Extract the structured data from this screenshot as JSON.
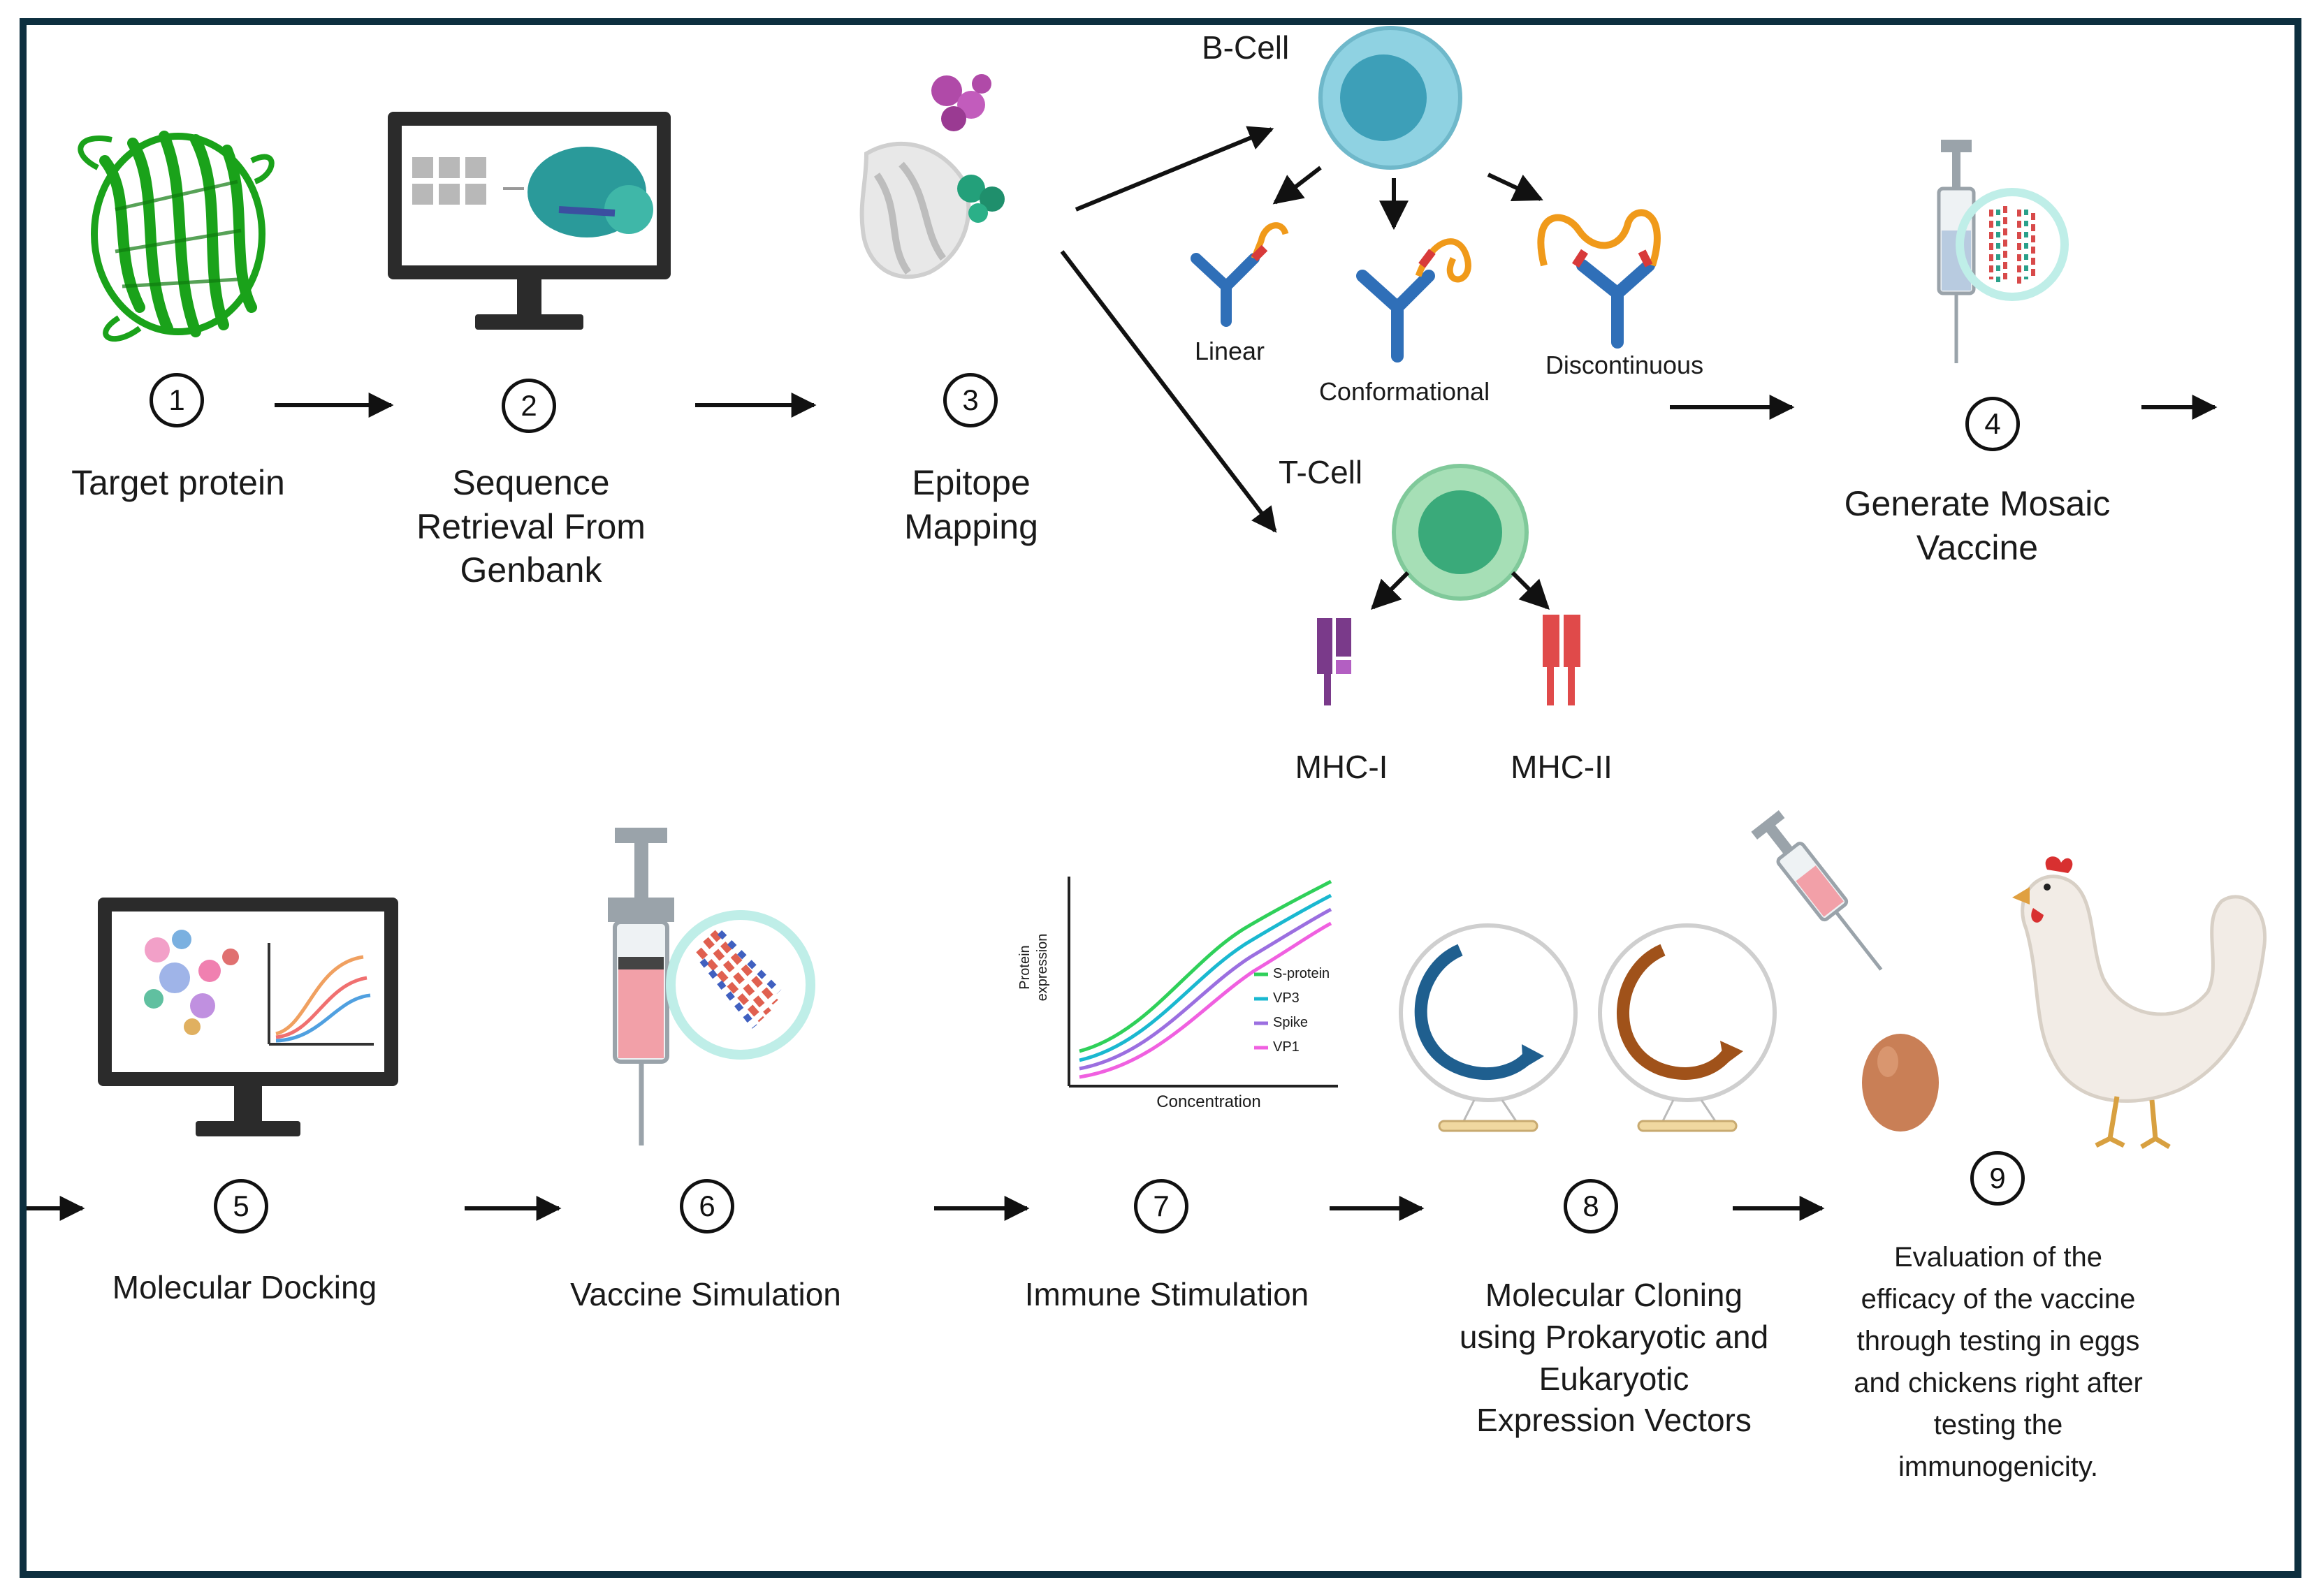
{
  "colors": {
    "frame": "#0d2f3f",
    "protein_green": "#1aa21a",
    "monitor": "#2b2b2b",
    "teal": "#2a9a9a",
    "bcell": "#6fc3d6",
    "tcell": "#5fc08e",
    "antibody_blue": "#2f6fb8",
    "epitope_orange": "#f09a1a",
    "mhc1": "#7a3a8a",
    "mhc2": "#e04a4a",
    "syringe_fill": "#f2a0a8",
    "plasmid_blue": "#1f5f8f",
    "plasmid_brown": "#a0521a",
    "egg": "#c97f56",
    "chicken": "#f2ece6"
  },
  "steps": [
    {
      "number": "1",
      "label": "Target protein"
    },
    {
      "number": "2",
      "label": "Sequence\nRetrieval From\nGenbank"
    },
    {
      "number": "3",
      "label": "Epitope\nMapping"
    },
    {
      "number": "4",
      "label": "Generate Mosaic\nVaccine"
    },
    {
      "number": "5",
      "label": "Molecular Docking"
    },
    {
      "number": "6",
      "label": "Vaccine Simulation"
    },
    {
      "number": "7",
      "label": "Immune Stimulation"
    },
    {
      "number": "8",
      "label": "Molecular Cloning\nusing Prokaryotic and\nEukaryotic\nExpression Vectors"
    },
    {
      "number": "9",
      "label": "Evaluation of the\nefficacy of the vaccine\nthrough testing in eggs\nand chickens right after\ntesting the\nimmunogenicity."
    }
  ],
  "bcell": {
    "title": "B-Cell",
    "epitopes": [
      "Linear",
      "Conformational",
      "Discontinuous"
    ]
  },
  "tcell": {
    "title": "T-Cell",
    "receptors": [
      "MHC-I",
      "MHC-II"
    ]
  },
  "inset_chart": {
    "ylabel": "Protein\nexpression",
    "xlabel": "Concentration",
    "legend": [
      "S-protein",
      "VP3",
      "Spike",
      "VP1"
    ],
    "legend_colors": [
      "#2fd05a",
      "#1ab8d0",
      "#9b6fe0",
      "#f060e0"
    ]
  }
}
